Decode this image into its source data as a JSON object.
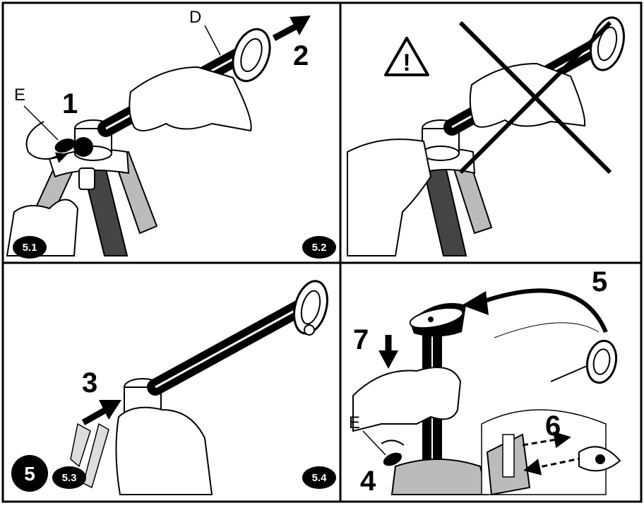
{
  "panels": [
    {
      "badge": "5.1",
      "labels": {
        "d": "D",
        "e": "E"
      },
      "steps": [
        "1",
        "2"
      ]
    },
    {
      "badge": "5.2",
      "warning": "!"
    },
    {
      "badge": "5.3",
      "steps": [
        "3"
      ]
    },
    {
      "badge": "5.4",
      "labels": {
        "e": "E"
      },
      "steps": [
        "5",
        "7",
        "6",
        "4"
      ]
    }
  ],
  "section_badge": "5"
}
